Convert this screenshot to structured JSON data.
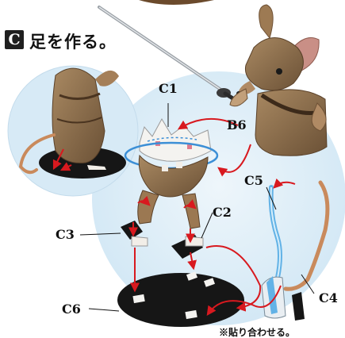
{
  "step": {
    "badge": "C",
    "title": "足を作る。"
  },
  "labels": {
    "c1": "C1",
    "c2": "C2",
    "c3": "C3",
    "c4": "C4",
    "c5": "C5",
    "c6": "C6",
    "b6": "B6"
  },
  "note": "※貼り合わせる。",
  "colors": {
    "arrow": "#d8191f",
    "bubble": "#dcedf7",
    "base": "#161616",
    "accent_blue": "#3c8fd6",
    "body_brown": "#8b6a48"
  }
}
